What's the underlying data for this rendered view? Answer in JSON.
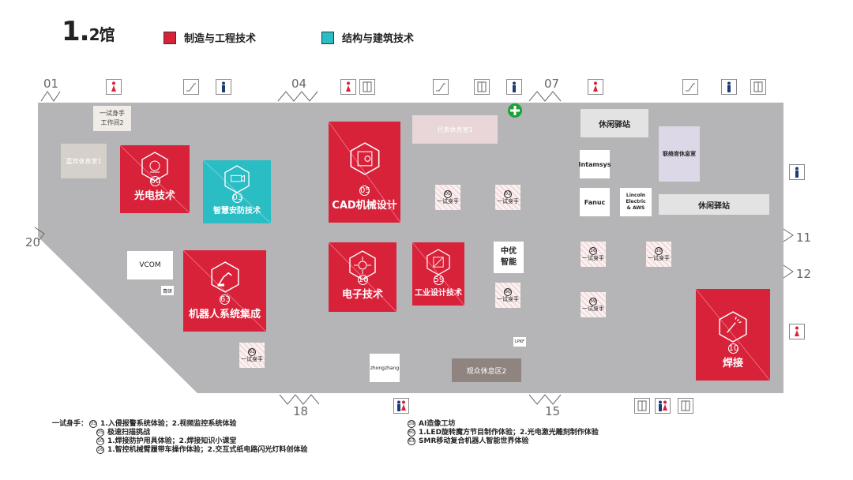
{
  "header": {
    "title_main": "1.",
    "title_sub": "2馆"
  },
  "legend": [
    {
      "label": "制造与工程技术",
      "color": "#d8223a"
    },
    {
      "label": "结构与建筑技术",
      "color": "#2bbdc4"
    }
  ],
  "entrances": {
    "e01": "01",
    "e04": "04",
    "e07": "07",
    "e11": "11",
    "e12": "12",
    "e15": "15",
    "e18": "18",
    "e20": "20"
  },
  "booths": {
    "b60": {
      "num": "60",
      "name": "光电技术",
      "color": "#d8223a"
    },
    "b03": {
      "num": "03",
      "name": "智慧安防技术",
      "color": "#2bbdc4"
    },
    "b05": {
      "num": "05",
      "name": "CAD机械设计",
      "color": "#d8223a"
    },
    "b16": {
      "num": "16",
      "name": "电子技术",
      "color": "#d8223a"
    },
    "b59": {
      "num": "59",
      "name": "工业设计技术",
      "color": "#d8223a"
    },
    "b63": {
      "num": "63",
      "name": "机器人系统集成",
      "color": "#d8223a"
    },
    "b10": {
      "num": "10",
      "name": "焊接",
      "color": "#d8223a"
    }
  },
  "rooms": {
    "try_workshop": "一试身手\n工作间2",
    "vip1": "嘉宾休息室1",
    "rep1": "代表休息室1",
    "rest_top": "休闲驿站",
    "liaison": "联络官休息室",
    "intamsys": "Intamsys",
    "fanuc": "Fanuc",
    "lincoln": "Lincoln Electric\n& AWS",
    "rest_right": "休闲驿站",
    "vcom": "VCOM",
    "qingyan": "青研",
    "zhongyou": "中优\n智能",
    "lpkf": "LPKF",
    "zhongzhang": "zhongzhang",
    "viewer2": "观众休息区2"
  },
  "trials": {
    "t05": {
      "num": "05",
      "label": "一试身手"
    },
    "t03a": {
      "num": "03",
      "label": "一试身手"
    },
    "t60": {
      "num": "60",
      "label": "一试身手"
    },
    "t16": {
      "num": "16",
      "label": "一试身手"
    },
    "t10": {
      "num": "10",
      "label": "一试身手"
    },
    "t59": {
      "num": "59",
      "label": "一试身手"
    },
    "t63": {
      "num": "63",
      "label": "一试身手"
    }
  },
  "notes": {
    "prefix": "一试身手：",
    "left": [
      {
        "num": "03",
        "text": "1.入侵报警系统体验；2.视频监控系统体验"
      },
      {
        "num": "05",
        "text": "极速扫描挑战"
      },
      {
        "num": "10",
        "text": "1.焊接防护用具体验；2.焊接知识小课堂"
      },
      {
        "num": "16",
        "text": "1.智控机械臂履带车操作体验；2.交互式纸电路闪光灯料创体验"
      }
    ],
    "right": [
      {
        "num": "59",
        "text": "AI造像工坊"
      },
      {
        "num": "60",
        "text": "1.LED旋转魔方节目制作体验；2.光电激光雕刻制作体验"
      },
      {
        "num": "63",
        "text": "SMR移动复合机器人智能世界体验"
      }
    ]
  },
  "colors": {
    "floor": "#b5b5b7",
    "red": "#d8223a",
    "teal": "#2bbdc4"
  }
}
